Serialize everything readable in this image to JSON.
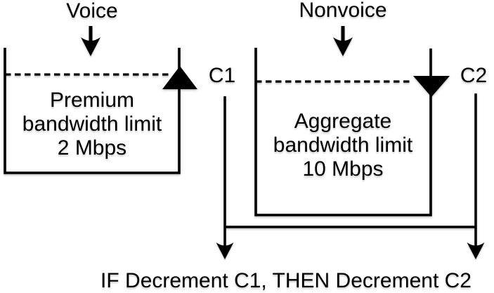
{
  "colors": {
    "line": "#000000",
    "text": "#000000",
    "background": "#ffffff"
  },
  "left_bucket": {
    "source_label": "Voice",
    "limit_line1": "Premium",
    "limit_line2": "bandwidth limit",
    "limit_line3": "2 Mbps",
    "counter_label": "C1"
  },
  "right_bucket": {
    "source_label": "Nonvoice",
    "limit_line1": "Aggregate",
    "limit_line2": "bandwidth limit",
    "limit_line3": "10 Mbps",
    "counter_label": "C2"
  },
  "caption": "IF Decrement C1, THEN Decrement C2"
}
